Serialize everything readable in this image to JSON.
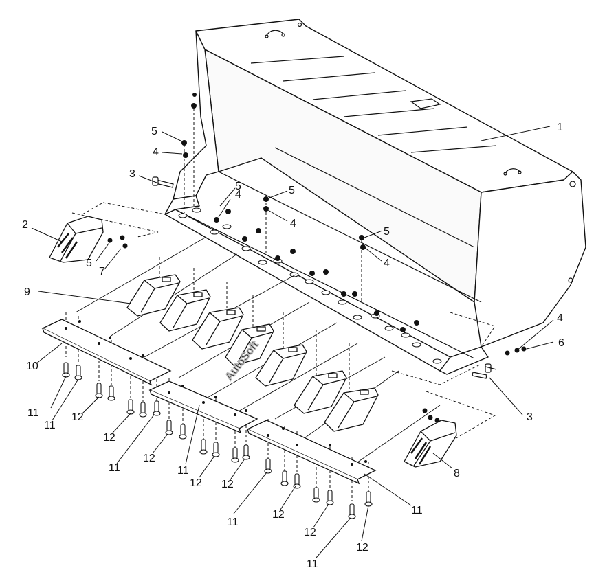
{
  "diagram": {
    "watermark": "AutoSoft",
    "callouts": [
      "1",
      "2",
      "3",
      "3",
      "4",
      "4",
      "4",
      "4",
      "4",
      "5",
      "5",
      "5",
      "5",
      "5",
      "6",
      "7",
      "8",
      "9",
      "10",
      "11",
      "11",
      "11",
      "11",
      "11",
      "11",
      "11",
      "12",
      "12",
      "12",
      "12",
      "12",
      "12",
      "12"
    ]
  }
}
